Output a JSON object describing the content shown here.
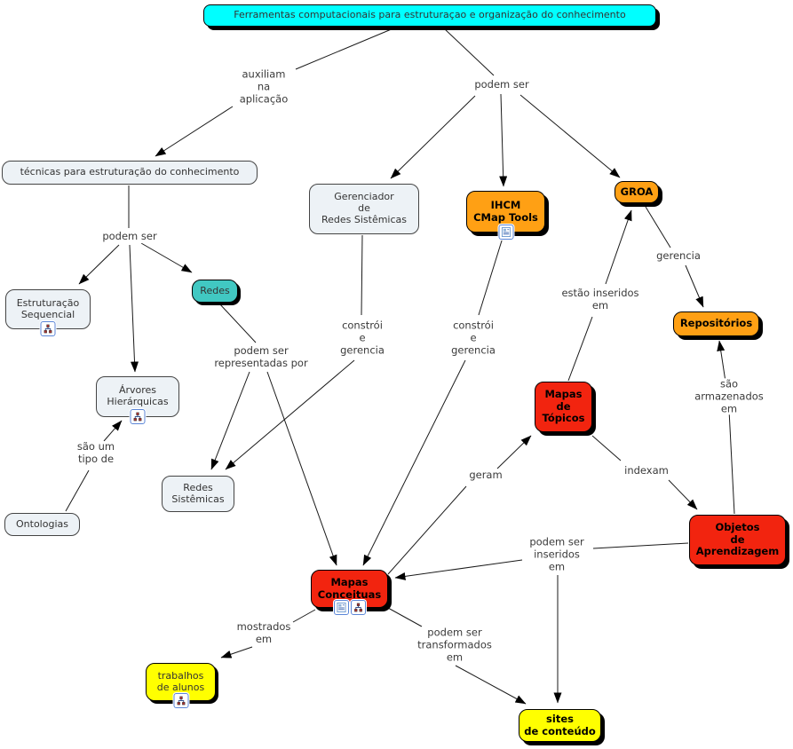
{
  "diagram": {
    "title": "Ferramentas computacionais para estruturaçao e organização do conhecimento",
    "colors": {
      "c-cyan": "#00ffff",
      "c-teal": "#41c8c2",
      "c-orange": "#ffa014",
      "c-red": "#f2240f",
      "c-yellow": "#ffff00",
      "c-light": "#edf2f6"
    },
    "nodes": {
      "title": {
        "label": "Ferramentas computacionais para estruturaçao e organização do conhecimento"
      },
      "tecnicas": {
        "label": "técnicas para estruturação do conhecimento"
      },
      "gerenciador": {
        "label": "Gerenciador\nde\nRedes Sistêmicas"
      },
      "ihcm": {
        "label": "IHCM\nCMap Tools",
        "icons": [
          "document-icon"
        ]
      },
      "groa": {
        "label": "GROA"
      },
      "repositorios": {
        "label": "Repositórios"
      },
      "estruturacao": {
        "label": "Estruturação\nSequencial",
        "icons": [
          "sitemap-icon"
        ]
      },
      "redes": {
        "label": "Redes"
      },
      "arvores": {
        "label": "Árvores\nHierárquicas",
        "icons": [
          "sitemap-icon"
        ]
      },
      "ontologias": {
        "label": "Ontologias"
      },
      "redes_sistemicas": {
        "label": "Redes\nSistêmicas"
      },
      "mapas_topicos": {
        "label": "Mapas\nde\nTópicos"
      },
      "objetos": {
        "label": "Objetos\nde\nAprendizagem"
      },
      "mapas_conceituas": {
        "label": "Mapas\nConceituas",
        "icons": [
          "document-icon",
          "sitemap-icon"
        ]
      },
      "trabalhos": {
        "label": "trabalhos\nde alunos",
        "icons": [
          "sitemap-icon"
        ]
      },
      "sites": {
        "label": "sites\nde conteúdo"
      }
    },
    "links": {
      "auxiliam": {
        "text": "auxiliam\nna\naplicação"
      },
      "podem_ser_top": {
        "text": "podem ser"
      },
      "podem_ser_left": {
        "text": "podem ser"
      },
      "construi_left": {
        "text": "constrói\ne\ngerencia"
      },
      "construi_right": {
        "text": "constrói\ne\ngerencia"
      },
      "representadas": {
        "text": "podem ser\nrepresentadas por"
      },
      "estao_inseridos": {
        "text": "estão inseridos\nem"
      },
      "gerencia": {
        "text": "gerencia"
      },
      "sao_armazenados": {
        "text": "são armazenados\nem"
      },
      "sao_um_tipo": {
        "text": "são um\ntipo de"
      },
      "geram": {
        "text": "geram"
      },
      "indexam": {
        "text": "indexam"
      },
      "inseridos": {
        "text": "podem ser\ninseridos\nem"
      },
      "mostrados": {
        "text": "mostrados\nem"
      },
      "transformados": {
        "text": "podem ser\ntransformados\nem"
      }
    }
  }
}
